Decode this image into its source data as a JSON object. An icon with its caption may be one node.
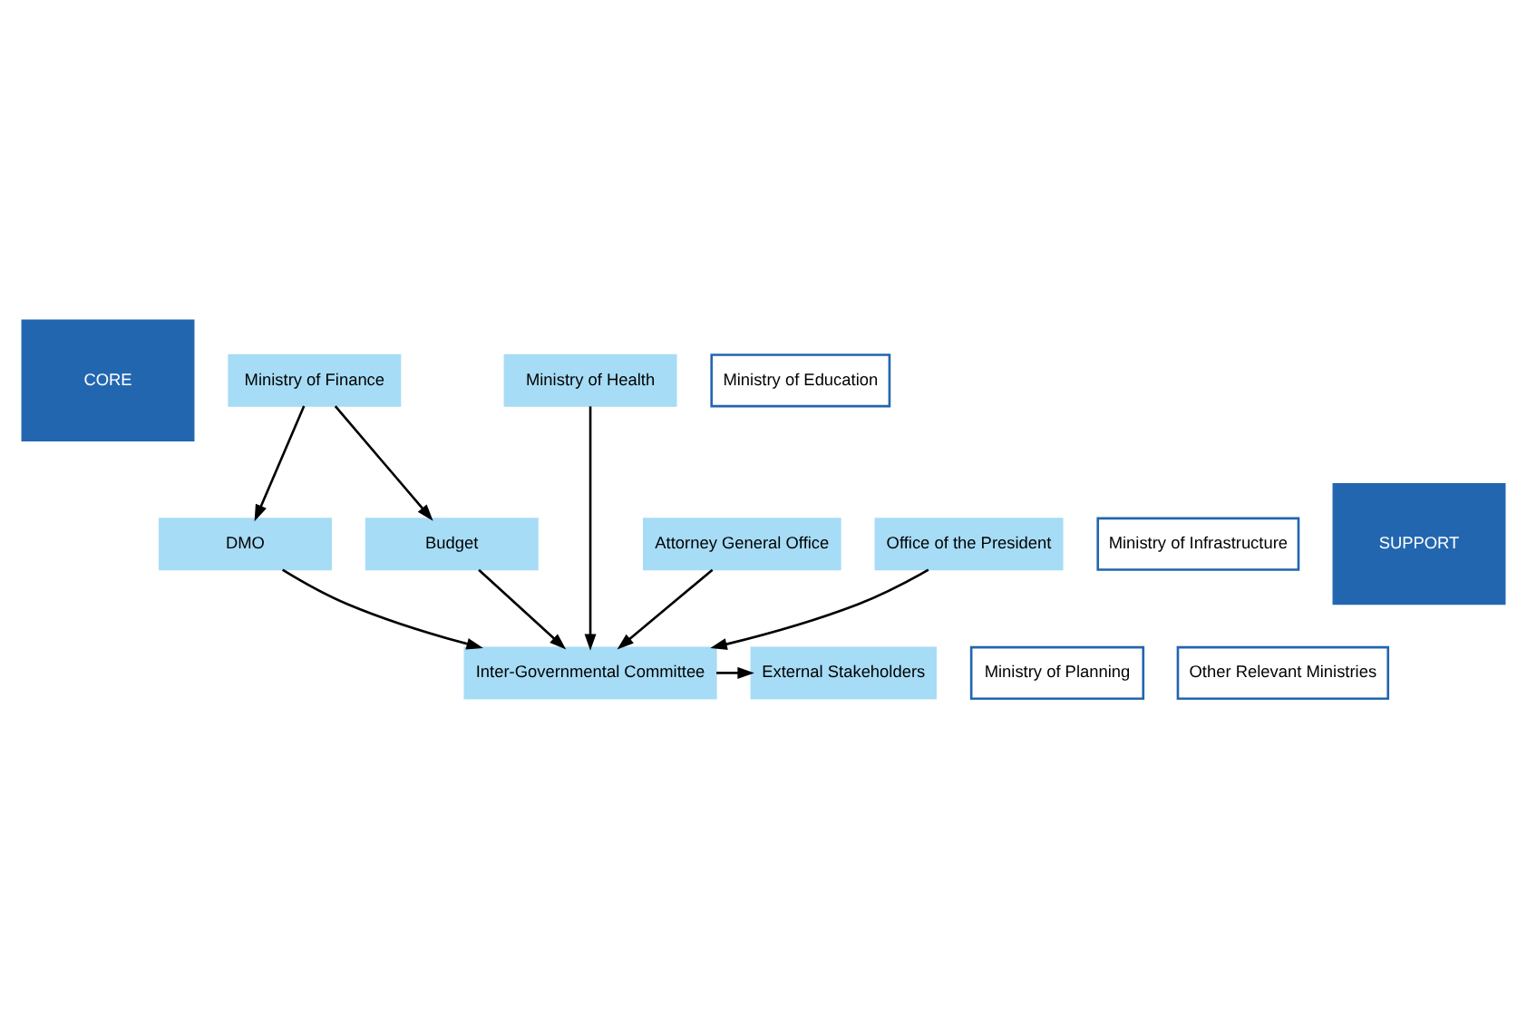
{
  "diagram": {
    "nodes": [
      {
        "text": [
          "CORE"
        ]
      },
      {
        "text": [
          "Ministry of Finance"
        ]
      },
      {
        "text": [
          "Ministry of Health"
        ]
      },
      {
        "text": [
          "Ministry of Education"
        ]
      },
      {
        "text": [
          "Ministry of Infrastructure"
        ]
      },
      {
        "text": [
          "Ministry of Planning"
        ]
      },
      {
        "text": [
          "Other Relevant Ministries"
        ]
      },
      {
        "text": [
          "DMO"
        ]
      },
      {
        "text": [
          "Budget"
        ]
      },
      {
        "text": [
          "Inter-Governmental Committee"
        ]
      },
      {
        "text": [
          "External Stakeholders"
        ]
      },
      {
        "text": [
          "SUPPORT"
        ]
      },
      {
        "text": [
          "Attorney General Office"
        ]
      },
      {
        "text": [
          "Office of the President"
        ]
      }
    ],
    "edges": [
      {
        "from": 1,
        "to": 7,
        "arrow": "to"
      },
      {
        "from": 1,
        "to": 8,
        "arrow": "to"
      },
      {
        "from": 2,
        "to": 9,
        "arrow": "to"
      },
      {
        "from": 7,
        "to": 9,
        "arrow": "to"
      },
      {
        "from": 8,
        "to": 9,
        "arrow": "to"
      },
      {
        "from": 9,
        "to": 10,
        "arrow": "to"
      },
      {
        "from": 12,
        "to": 9,
        "arrow": "to"
      },
      {
        "from": 13,
        "to": 9,
        "arrow": "to"
      }
    ]
  }
}
